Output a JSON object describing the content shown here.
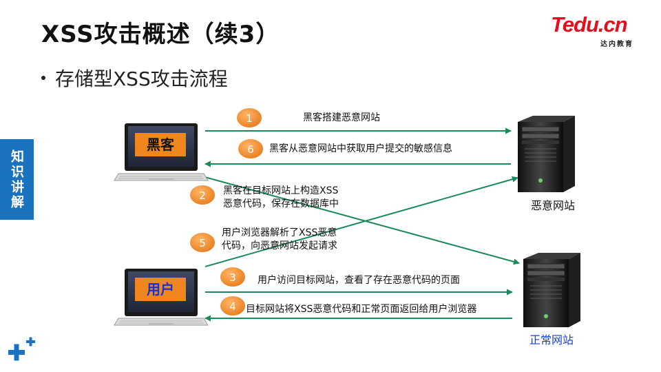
{
  "header": {
    "title": "XSS攻击概述（续3）"
  },
  "logo": {
    "text": "Tedu.cn",
    "subtitle": "达内教育"
  },
  "bullet": "存储型XSS攻击流程",
  "side_tab": "知识讲解",
  "actors": {
    "hacker_label": "黑客",
    "user_label": "用户",
    "malicious_server_label": "恶意网站",
    "normal_server_label": "正常网站"
  },
  "steps": [
    {
      "number": "1",
      "text": "黑客搭建恶意网站"
    },
    {
      "number": "6",
      "text": "黑客从恶意网站中获取用户提交的敏感信息"
    },
    {
      "number": "2",
      "text_line1": "黑客在目标网站上构造XSS",
      "text_line2": "恶意代码，保存在数据库中"
    },
    {
      "number": "5",
      "text_line1": "用户浏览器解析了XSS恶意",
      "text_line2": "代码，向恶意网站发起请求"
    },
    {
      "number": "3",
      "text": "用户访问目标网站，查看了存在恶意代码的页面"
    },
    {
      "number": "4",
      "text": "目标网站将XSS恶意代码和正常页面返回给用户浏览器"
    }
  ],
  "colors": {
    "arrow": "#1a8a5a",
    "badge": "#f08a2a",
    "label_box": "#f0861e",
    "label_text_hacker": "#111111",
    "label_text_user": "#1a2fd0",
    "normal_server_text": "#1a3fcc",
    "side_tab": "#1b73c0",
    "logo_red": "#e0101c"
  },
  "icons": [
    "laptop-icon",
    "server-icon",
    "plus-logo-icon"
  ]
}
